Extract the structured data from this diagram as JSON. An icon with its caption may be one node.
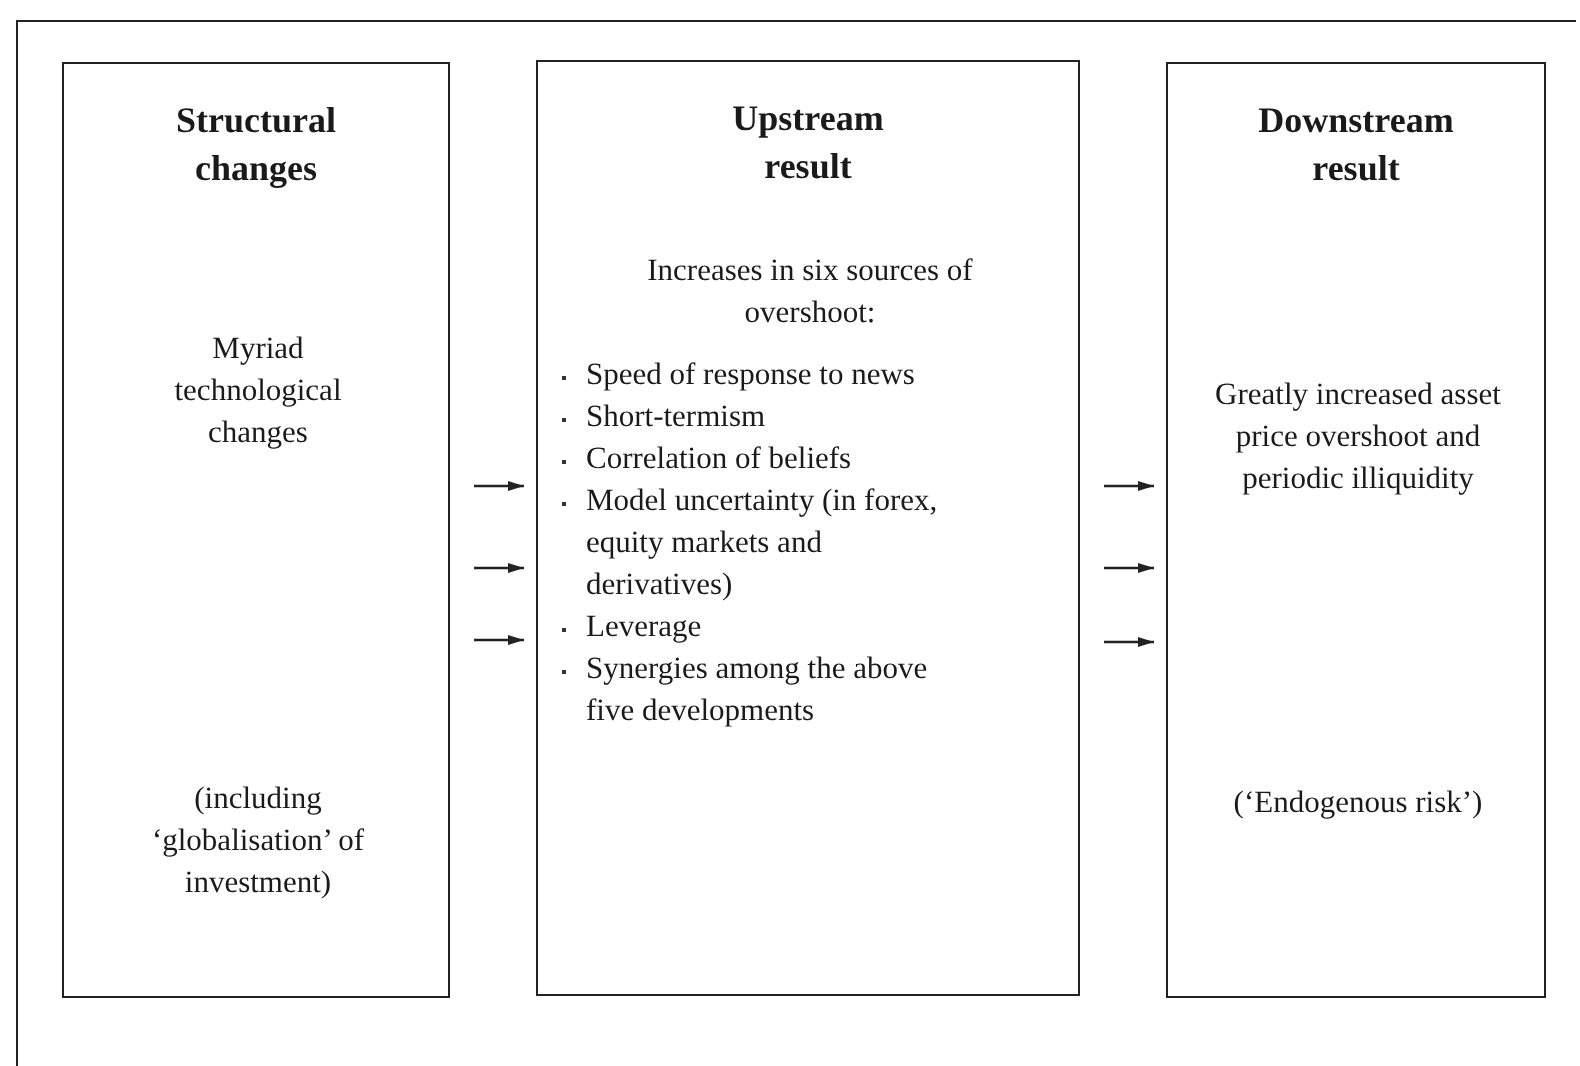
{
  "diagram": {
    "nodes": [
      {
        "text": [
          "Structural changes",
          "Myriad technological changes",
          "(including ‘globalisation’ of investment)"
        ]
      },
      {
        "text": [
          "Upstream result",
          "Increases in six sources of overshoot:",
          "Speed of response to news",
          "Short-termism",
          "Correlation of beliefs",
          "Model uncertainty (in forex, equity markets and derivatives)",
          "Leverage",
          "Synergies among the above five developments"
        ]
      },
      {
        "text": [
          "Downstream result",
          "Greatly increased asset price overshoot and periodic illiquidity",
          "(‘Endogenous risk’)"
        ]
      }
    ],
    "edges": [
      {
        "from": 0,
        "to": 1,
        "arrow": "to"
      },
      {
        "from": 0,
        "to": 1,
        "arrow": "to"
      },
      {
        "from": 0,
        "to": 1,
        "arrow": "to"
      },
      {
        "from": 1,
        "to": 2,
        "arrow": "to"
      },
      {
        "from": 1,
        "to": 2,
        "arrow": "to"
      },
      {
        "from": 1,
        "to": 2,
        "arrow": "to"
      }
    ]
  }
}
